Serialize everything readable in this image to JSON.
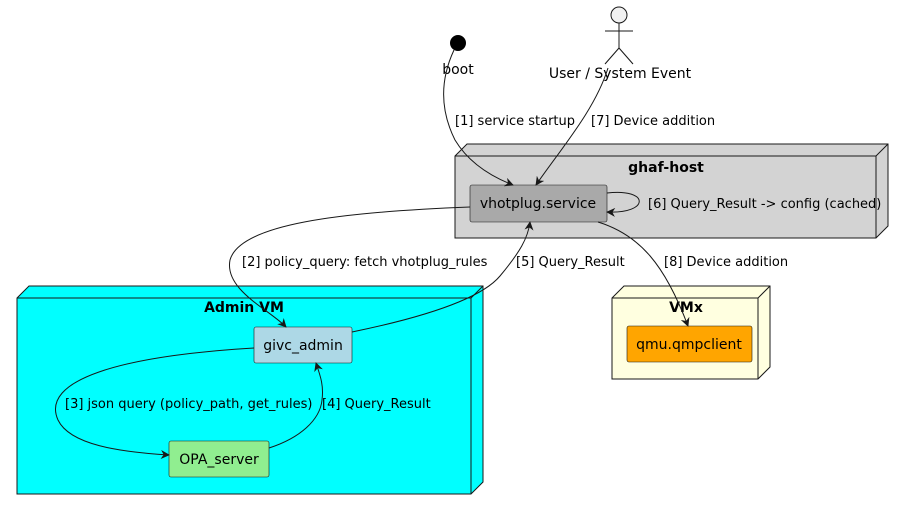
{
  "colors": {
    "ghaf_host_fill": "#d3d3d3",
    "admin_vm_fill": "#00ffff",
    "vmx_fill": "#ffffe0",
    "vhotplug_fill": "#a9a9a9",
    "givc_admin_fill": "#add8e6",
    "opa_server_fill": "#90ee90",
    "qmu_fill": "#ffa500",
    "start_fill": "#000000",
    "line": "#181818"
  },
  "start": {
    "label": "boot",
    "icon": "start-node-icon"
  },
  "actor": {
    "label": "User / System Event",
    "icon": "actor-stick-figure-icon"
  },
  "nodes": {
    "ghaf_host": {
      "title": "ghaf-host"
    },
    "admin_vm": {
      "title": "Admin VM"
    },
    "vmx": {
      "title": "VMx"
    }
  },
  "components": {
    "vhotplug": "vhotplug.service",
    "givc_admin": "givc_admin",
    "opa_server": "OPA_server",
    "qmu": "qmu.qmpclient"
  },
  "edges": {
    "e1": "[1] service startup",
    "e2": "[2] policy_query: fetch vhotplug_rules",
    "e3": "[3] json query (policy_path, get_rules)",
    "e4": "[4] Query_Result",
    "e5": "[5] Query_Result",
    "e6": "[6] Query_Result -> config (cached)",
    "e7": "[7] Device addition",
    "e8": "[8] Device addition"
  }
}
